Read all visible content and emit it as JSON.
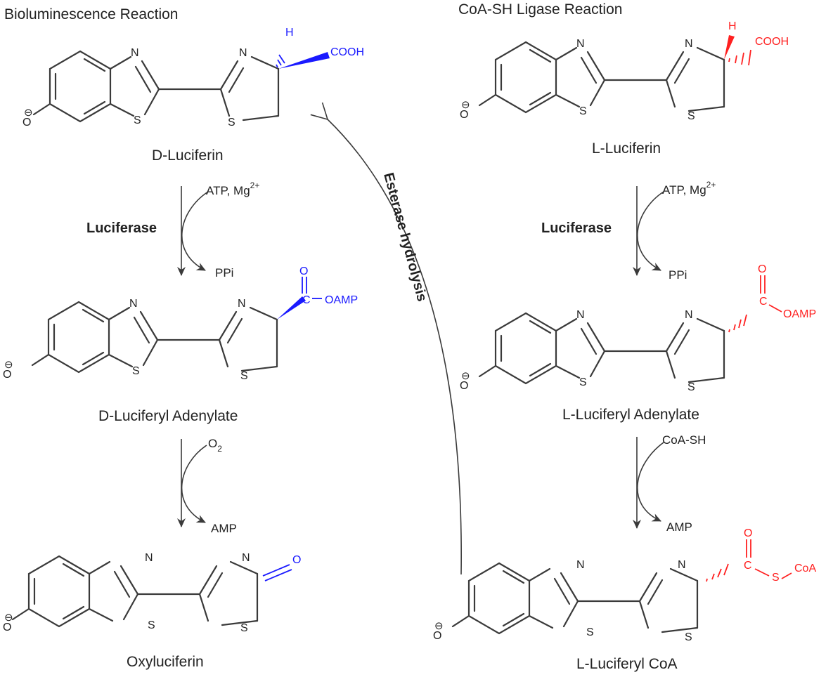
{
  "headers": {
    "left": "Bioluminescence Reaction",
    "right": "CoA-SH Ligase Reaction"
  },
  "molecules": {
    "d_luciferin": "D-Luciferin",
    "d_luciferyl_adenylate": "D-Luciferyl Adenylate",
    "oxyluciferin": "Oxyluciferin",
    "l_luciferin": "L-Luciferin",
    "l_luciferyl_adenylate": "L-Luciferyl Adenylate",
    "l_luciferyl_coa": "L-Luciferyl CoA"
  },
  "atoms": {
    "n": "N",
    "s": "S",
    "o_minus": "O",
    "minus": "⊖",
    "h": "H",
    "cooh": "COOH",
    "o": "O",
    "c": "C",
    "oamp": "OAMP",
    "coa": "CoA"
  },
  "reagents": {
    "atp": "ATP, Mg",
    "mg_charge": "2+",
    "ppi": "PPi",
    "o2": "O",
    "o2_sub": "2",
    "amp": "AMP",
    "coash": "CoA-SH"
  },
  "enzymes": {
    "luciferase": "Luciferase",
    "esterase": "Esterase hydrolysis"
  },
  "colors": {
    "bond": "#3a3a3a",
    "d_highlight": "#1a1aff",
    "l_highlight": "#ff2020"
  }
}
